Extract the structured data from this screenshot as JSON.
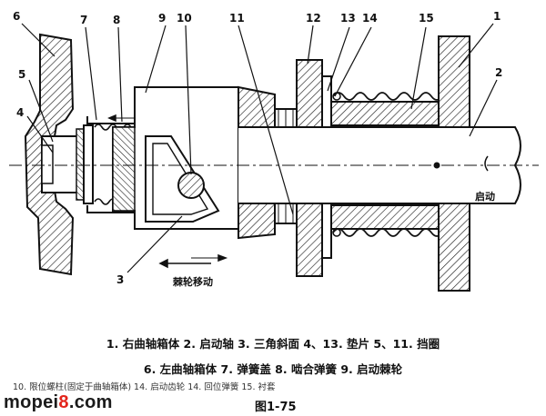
{
  "part_numbers": [
    "6",
    "7",
    "8",
    "9",
    "10",
    "11",
    "12",
    "13",
    "14",
    "15",
    "1",
    "2",
    "5",
    "4",
    "3"
  ],
  "labels": {
    "start_arrow_label": "启动",
    "flywheel_move_label": "棘轮移动"
  },
  "caption": {
    "line1": "1. 右曲轴箱体   2. 启动轴   3. 三角斜面   4、13. 垫片   5、11. 挡圈",
    "line2": "6. 左曲轴箱体   7. 弹簧盖   8. 啮合弹簧   9. 启动棘轮",
    "line3": "10. 限位螺柱(固定于曲轴箱体)   14. 启动齿轮   14. 回位弹簧   15. 衬套",
    "figure": "图1-75"
  },
  "watermark": {
    "prefix": "mopei",
    "digit": "8",
    "suffix": ".com"
  }
}
